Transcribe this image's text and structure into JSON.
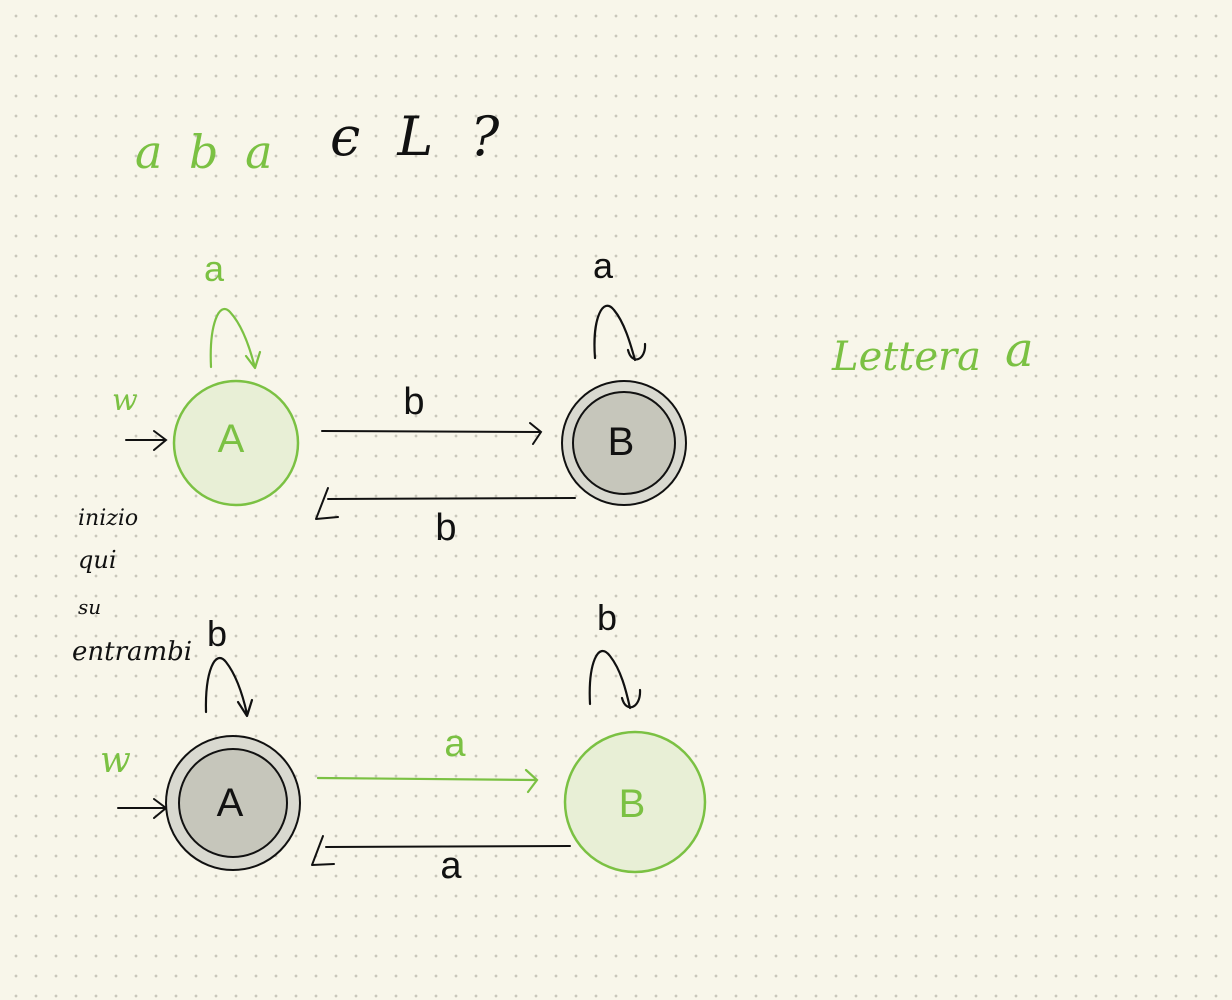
{
  "colors": {
    "green": "#7bc143",
    "black": "#111111",
    "final_state_fill": "#c6c6bb",
    "final_state_ring": "#d9d9d0",
    "active_state_fill": "#e8efd6"
  },
  "question": {
    "word": "a b a",
    "membership": "ϵ L ?"
  },
  "note_right": {
    "text": "Lettera",
    "letter": "a"
  },
  "note_left": {
    "lines": [
      "inizio",
      "qui",
      "su",
      "entrambi"
    ]
  },
  "automaton_top": {
    "input_label": "w",
    "state_a": "A",
    "state_b": "B",
    "loop_a": "a",
    "loop_b": "a",
    "edge_ab": "b",
    "edge_ba": "b"
  },
  "automaton_bottom": {
    "input_label": "w",
    "state_a": "A",
    "state_b": "B",
    "loop_a": "b",
    "loop_b": "b",
    "edge_ab": "a",
    "edge_ba": "a"
  }
}
